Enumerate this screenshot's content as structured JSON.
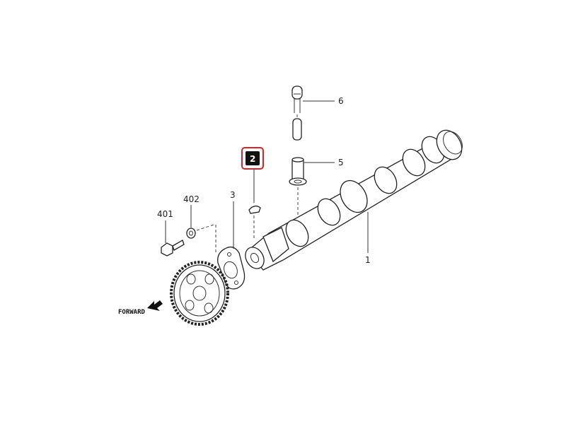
{
  "diagram": {
    "callouts": {
      "camshaft": "1",
      "key": "2",
      "thrust_plate": "3",
      "lifter": "5",
      "push_rod": "6",
      "bolt": "401",
      "washer": "402"
    },
    "direction_label": "FORWARD",
    "highlight_color": "#d9232a"
  }
}
